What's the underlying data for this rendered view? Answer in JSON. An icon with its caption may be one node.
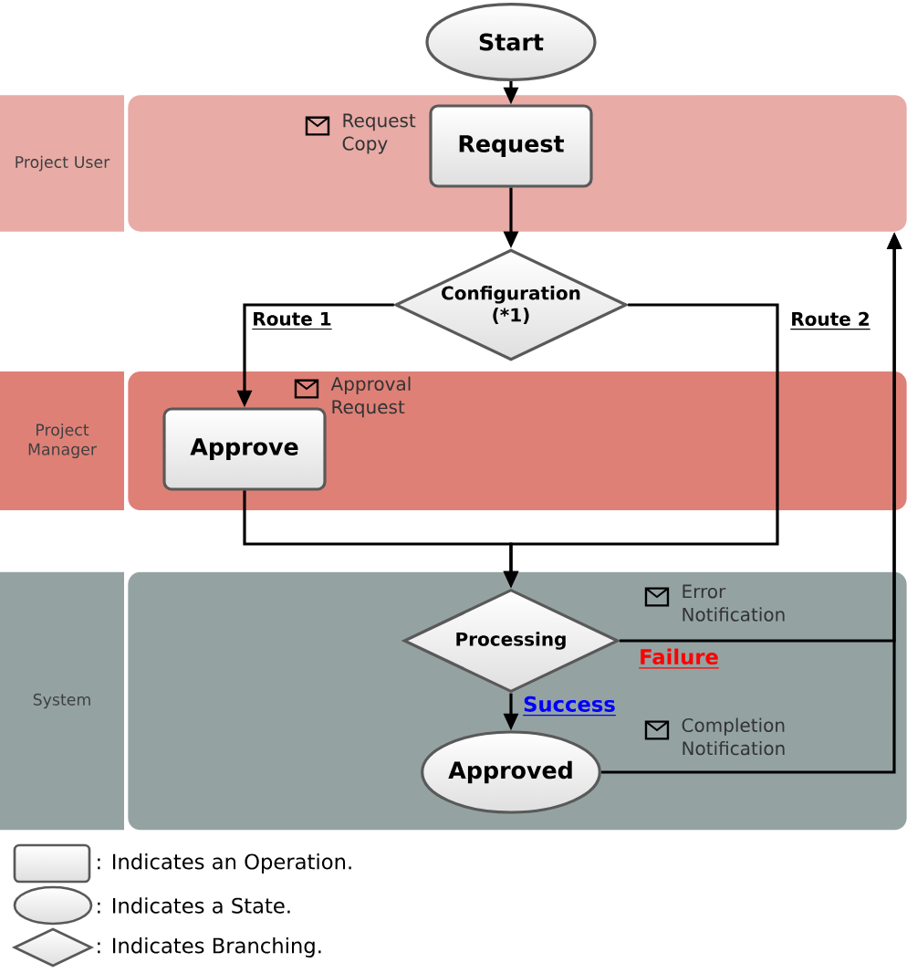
{
  "diagram": {
    "nodes": [
      {
        "text": [
          "Start"
        ]
      },
      {
        "text": [
          "Project User"
        ]
      },
      {
        "text": [],
        "shape": "box"
      },
      {
        "text": [
          "Request"
        ],
        "in": 2
      },
      {
        "text": [
          "Configuration (*1)"
        ]
      },
      {
        "text": [
          "Project Manager"
        ]
      },
      {
        "text": [],
        "shape": "box"
      },
      {
        "text": [
          "Approve"
        ],
        "in": 6
      },
      {
        "text": [
          "System"
        ]
      },
      {
        "text": [],
        "shape": "box"
      },
      {
        "text": [
          "Processing"
        ],
        "in": 9
      },
      {
        "text": [
          "Approved"
        ],
        "in": 9
      }
    ],
    "edges": [
      {
        "from": 0,
        "to": 3,
        "arrow": "to"
      },
      {
        "from": 3,
        "to": 4,
        "arrow": "to"
      },
      {
        "from": 4,
        "to": 7,
        "arrow": "to",
        "label": "Route 1"
      },
      {
        "from": 4,
        "to": 10,
        "arrow": "to",
        "label": "Route 2"
      },
      {
        "from": 7,
        "to": 10,
        "arrow": "to"
      },
      {
        "from": 10,
        "to": 11,
        "arrow": "to",
        "label": "Success"
      },
      {
        "from": 10,
        "to": 2,
        "arrow": "to",
        "label": "Failure"
      },
      {
        "from": 11,
        "to": 2,
        "arrow": "to"
      }
    ],
    "labels": [
      "Request Copy",
      "Approval Request",
      "Error Notification",
      "Completion Notification"
    ],
    "legend": [
      {
        "text": ": Indicates an Operation."
      },
      {
        "text": ": Indicates a State."
      },
      {
        "text": ": Indicates Branching."
      }
    ]
  }
}
